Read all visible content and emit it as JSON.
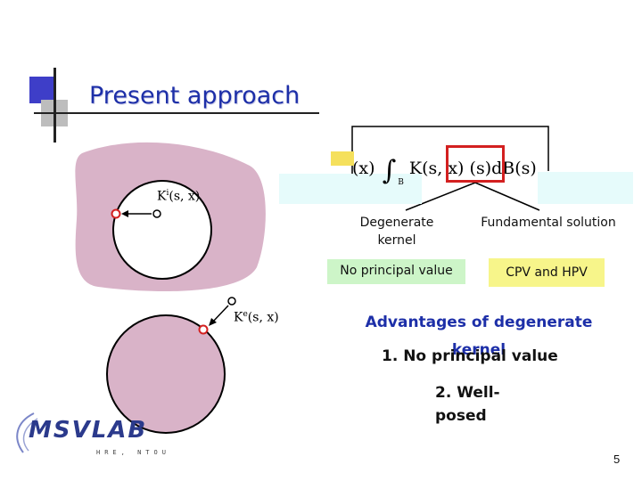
{
  "slide": {
    "title": "Present approach",
    "page_number": "5"
  },
  "equation": {
    "lhs": "(x)",
    "kernel": "K(s, x)",
    "rest": "(s)dB(s)",
    "subscript": "B"
  },
  "diagram": {
    "interior_kernel_label": "K",
    "interior_kernel_sup": "i",
    "interior_kernel_args": "(s, x)",
    "exterior_kernel_label": "K",
    "exterior_kernel_sup": "e",
    "exterior_kernel_args": "(s, x)"
  },
  "tree": {
    "left_label": "Degenerate kernel",
    "right_label": "Fundamental solution",
    "left_result": "No principal value",
    "right_result": "CPV and HPV"
  },
  "advantages": {
    "heading": "Advantages of degenerate kernel",
    "item1": "1. No principal value",
    "item2": "2. Well-posed"
  },
  "logo": {
    "name": "MSVLAB",
    "subtitle": "HRE, NTOU"
  },
  "colors": {
    "title_blue": "#1d2fa8",
    "domain_pink": "#d9b3c8",
    "kernel_box_red": "#d32020",
    "green_box": "#cdf5c8",
    "yellow_box": "#f7f58a",
    "cyan_box": "#e6fbfb"
  }
}
